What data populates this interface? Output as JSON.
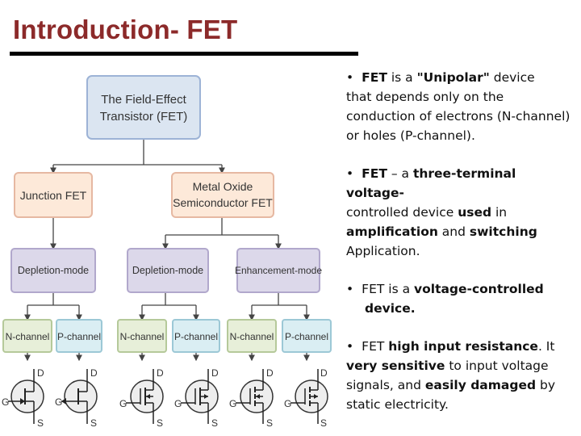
{
  "slide": {
    "title": "Introduction- FET"
  },
  "diagram": {
    "root": [
      "The Field-Effect",
      "Transistor (FET)"
    ],
    "junction": "Junction FET",
    "mosfet": [
      "Metal Oxide",
      "Semiconductor FET"
    ],
    "modes": [
      "Depletion-mode",
      "Depletion-mode",
      "Enhancement-mode"
    ],
    "channels": [
      "N-channel",
      "P-channel",
      "N-channel",
      "P-channel",
      "N-channel",
      "P-channel"
    ],
    "terminal_labels": {
      "drain": "D",
      "gate": "G",
      "source": "S"
    }
  },
  "bullets": [
    {
      "first_line": [
        {
          "text": "FET",
          "bold": true
        },
        {
          "text": " is a ",
          "bold": false
        },
        {
          "text": "\"Unipolar\"",
          "bold": true
        },
        {
          "text": " device",
          "bold": false
        }
      ],
      "rest": [
        {
          "text": "that depends only on the conduction of electrons (N-channel) or holes (P-channel).",
          "bold": false
        }
      ]
    },
    {
      "first_line": [
        {
          "text": "FET",
          "bold": true
        },
        {
          "text": " – a ",
          "bold": false
        },
        {
          "text": "three-terminal voltage-",
          "bold": true
        }
      ],
      "rest": [
        {
          "text": "controlled",
          "bold": false
        },
        {
          "text": " device ",
          "bold": false
        },
        {
          "text": "used",
          "bold": true
        },
        {
          "text": " in ",
          "bold": false
        },
        {
          "text": "amplification",
          "bold": true
        },
        {
          "text": " and ",
          "bold": false
        },
        {
          "text": "switching",
          "bold": true
        },
        {
          "text": " Application.",
          "bold": false
        }
      ]
    },
    {
      "first_line": [
        {
          "text": "FET is a ",
          "bold": false
        },
        {
          "text": "voltage-controlled",
          "bold": true
        }
      ],
      "indent_rest": true,
      "rest": [
        {
          "text": "device.",
          "bold": true
        }
      ]
    },
    {
      "first_line": [
        {
          "text": "FET ",
          "bold": false
        },
        {
          "text": "high input resistance",
          "bold": true
        },
        {
          "text": ". It",
          "bold": false
        }
      ],
      "rest": [
        {
          "text": "very sensitive",
          "bold": true
        },
        {
          "text": " to input voltage signals,  and ",
          "bold": false
        },
        {
          "text": "easily damaged",
          "bold": true
        },
        {
          "text": " by static electricity.",
          "bold": false
        }
      ]
    }
  ],
  "colors": {
    "title": "#8c2a2a",
    "root_fill": "#dbe5f1",
    "root_border": "#9db3d6",
    "level1_fill": "#fde9d9",
    "level1_border": "#e6b8a2",
    "mode_fill": "#dcd8ea",
    "mode_border": "#b1a8cc",
    "nchannel_fill": "#e7efd9",
    "nchannel_border": "#b5c99a",
    "pchannel_fill": "#daeef3",
    "pchannel_border": "#9cc8d6",
    "symbol_fill": "#eeeeee",
    "line": "#444444"
  }
}
